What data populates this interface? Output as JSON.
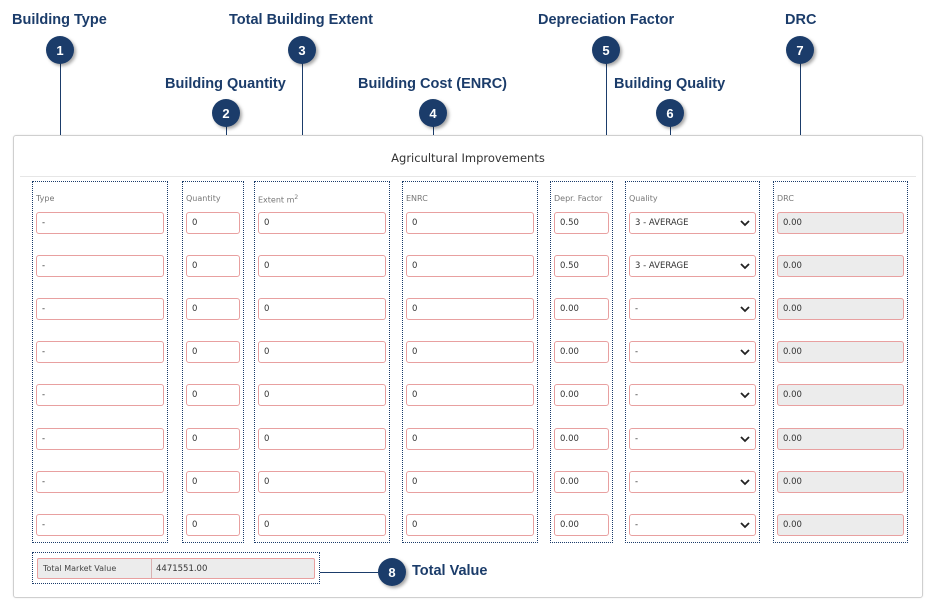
{
  "callouts": {
    "c1": {
      "num": "1",
      "label": "Building Type"
    },
    "c2": {
      "num": "2",
      "label": "Building Quantity"
    },
    "c3": {
      "num": "3",
      "label": "Total Building Extent"
    },
    "c4": {
      "num": "4",
      "label": "Building Cost (ENRC)"
    },
    "c5": {
      "num": "5",
      "label": "Depreciation Factor"
    },
    "c6": {
      "num": "6",
      "label": "Building Quality"
    },
    "c7": {
      "num": "7",
      "label": "DRC"
    },
    "c8": {
      "num": "8",
      "label": "Total Value"
    }
  },
  "panel": {
    "title": "Agricultural Improvements"
  },
  "columns": {
    "type": {
      "header": "Type",
      "values": [
        "-",
        "-",
        "-",
        "-",
        "-",
        "-",
        "-",
        "-"
      ]
    },
    "quantity": {
      "header": "Quantity",
      "values": [
        "0",
        "0",
        "0",
        "0",
        "0",
        "0",
        "0",
        "0"
      ]
    },
    "extent": {
      "header": "Extent m",
      "header_sup": "2",
      "values": [
        "0",
        "0",
        "0",
        "0",
        "0",
        "0",
        "0",
        "0"
      ]
    },
    "enrc": {
      "header": "ENRC",
      "values": [
        "0",
        "0",
        "0",
        "0",
        "0",
        "0",
        "0",
        "0"
      ]
    },
    "depr": {
      "header": "Depr. Factor",
      "values": [
        "0.50",
        "0.50",
        "0.00",
        "0.00",
        "0.00",
        "0.00",
        "0.00",
        "0.00"
      ]
    },
    "quality": {
      "header": "Quality",
      "values": [
        "3 - AVERAGE",
        "3 - AVERAGE",
        "-",
        "-",
        "-",
        "-",
        "-",
        "-"
      ]
    },
    "drc": {
      "header": "DRC",
      "values": [
        "0.00",
        "0.00",
        "0.00",
        "0.00",
        "0.00",
        "0.00",
        "0.00",
        "0.00"
      ]
    }
  },
  "total": {
    "label": "Total Market Value",
    "value": "4471551.00"
  },
  "icons": {
    "select_arrow": "chevron-down-icon"
  },
  "colors": {
    "callout": "#1b3c6a",
    "field_border": "#e8a0a0",
    "readonly_bg": "#ececec"
  }
}
